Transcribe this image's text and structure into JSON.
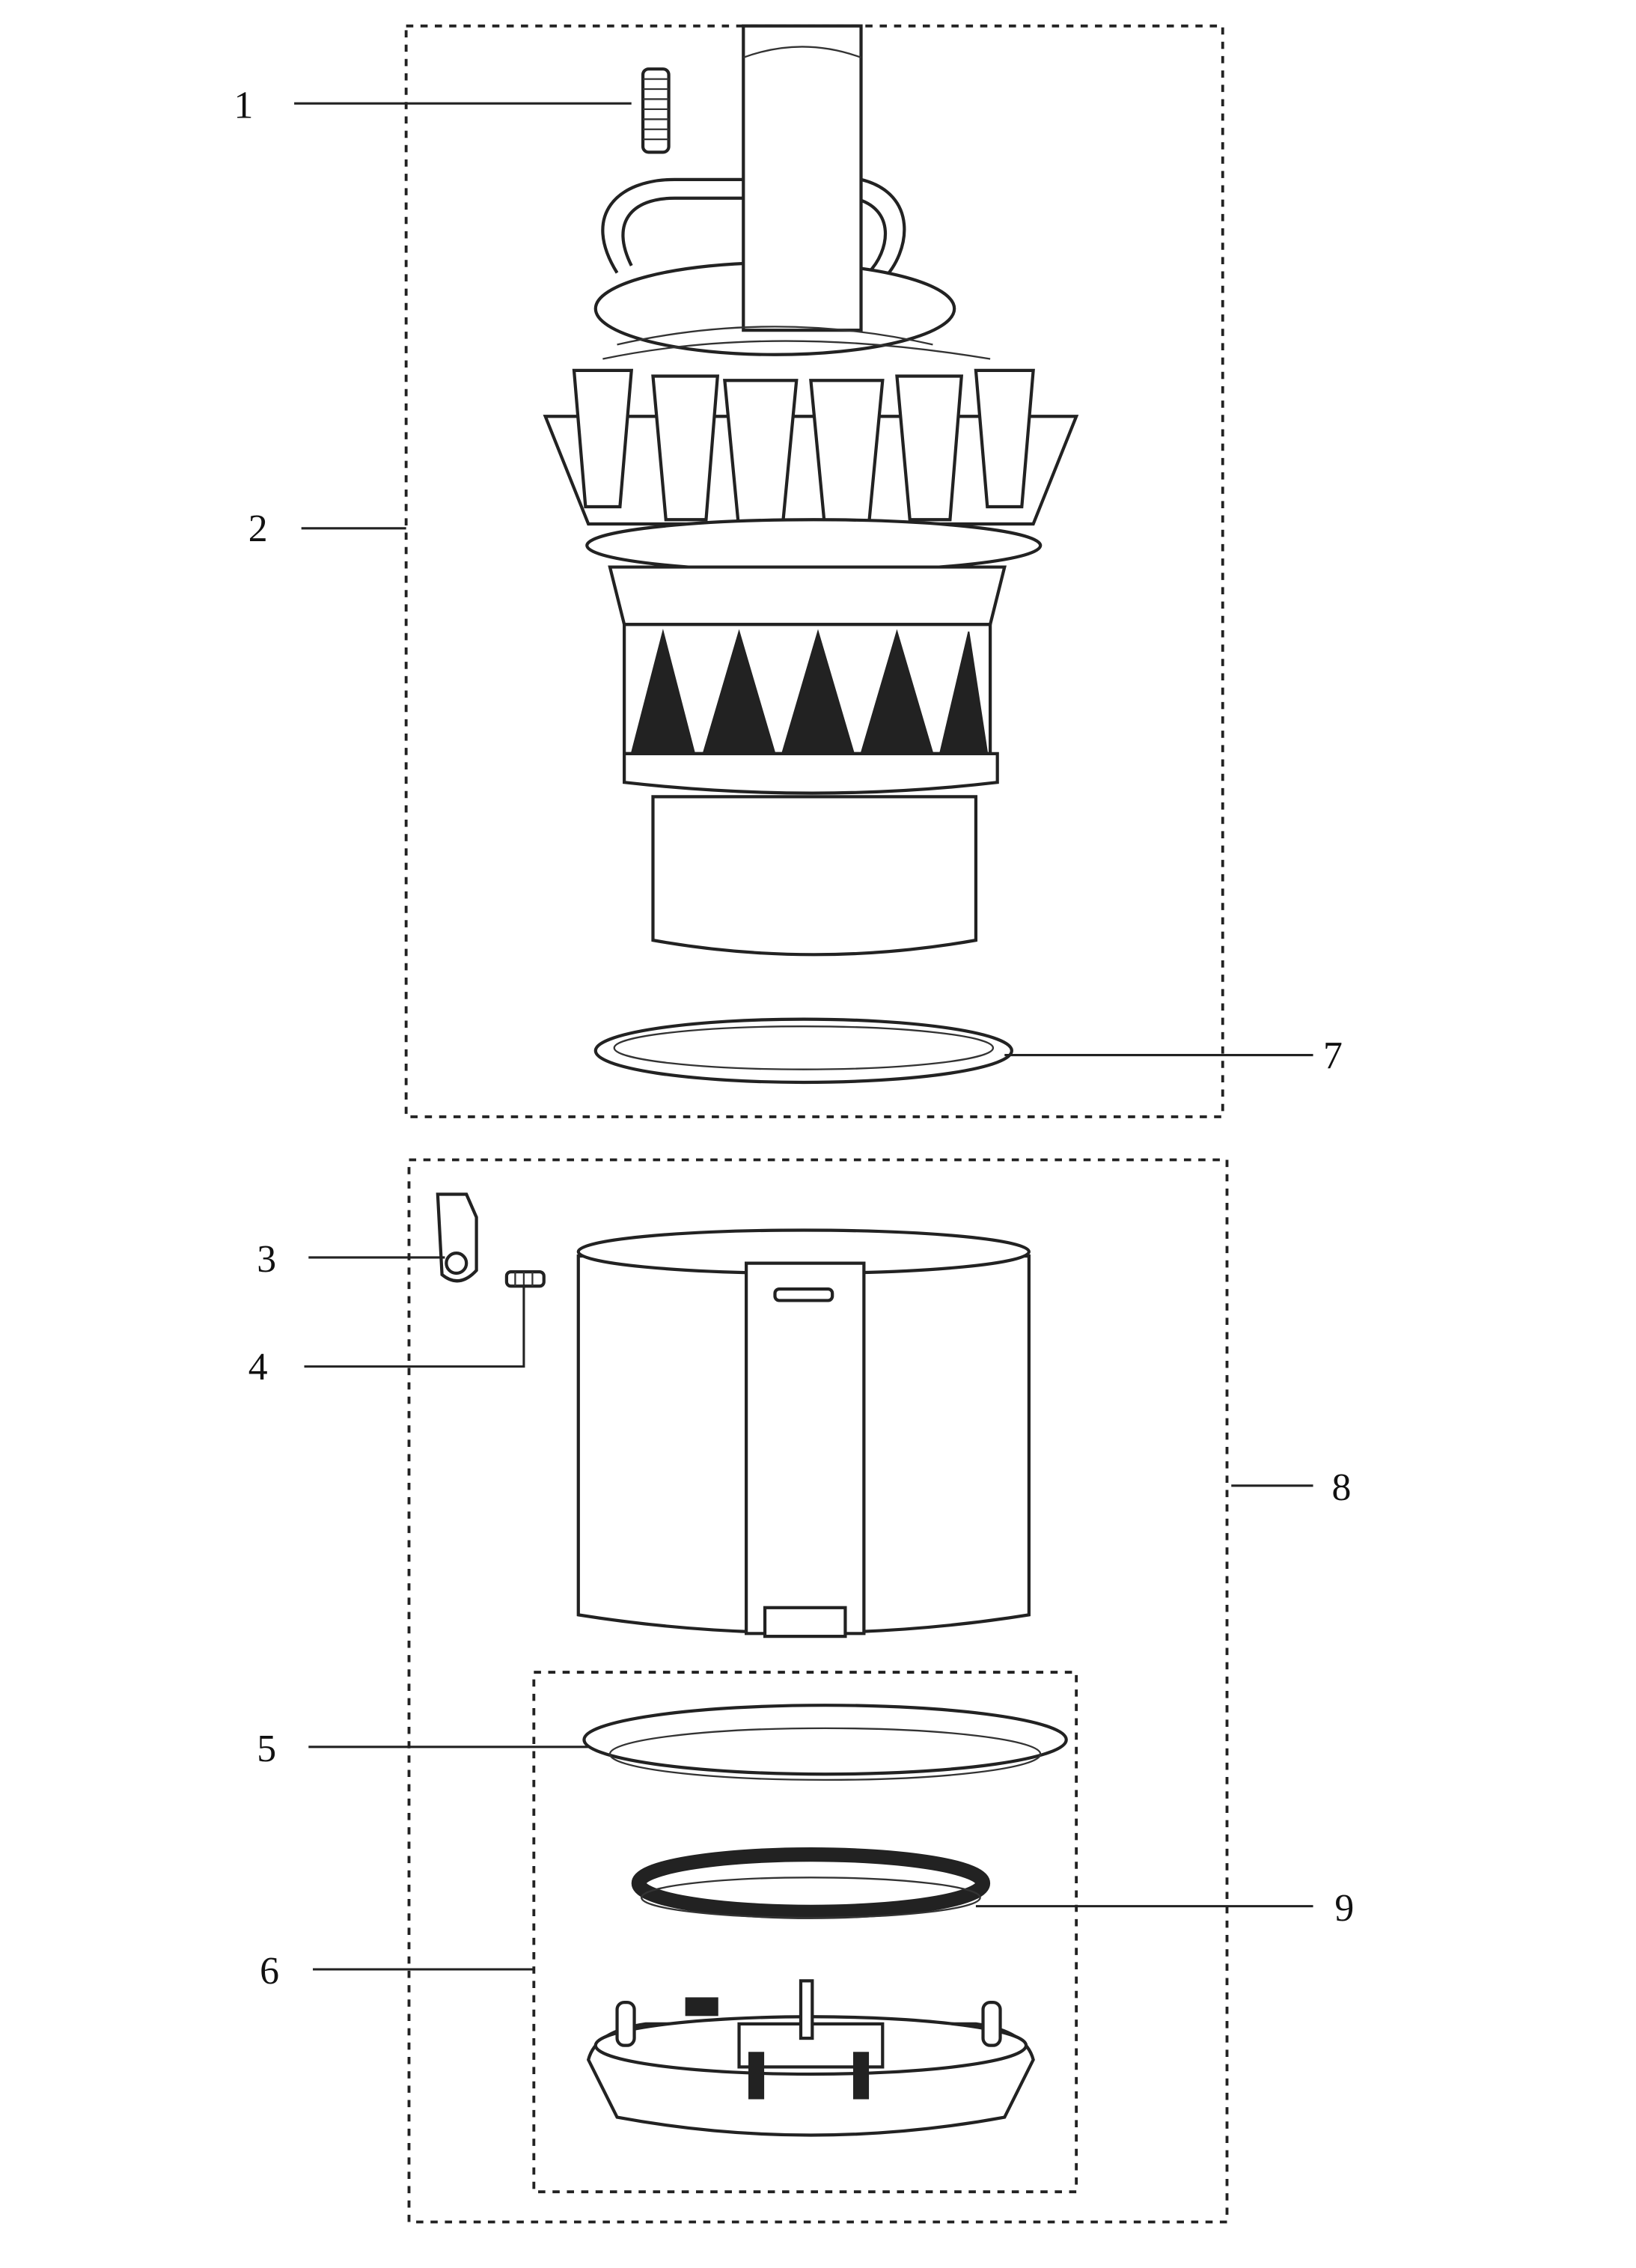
{
  "figure": {
    "type": "exploded-view patent drawing",
    "reference_labels": {
      "l1": "1",
      "l2": "2",
      "l3": "3",
      "l4": "4",
      "l5": "5",
      "l6": "6",
      "l7": "7",
      "l8": "8",
      "l9": "9"
    }
  }
}
